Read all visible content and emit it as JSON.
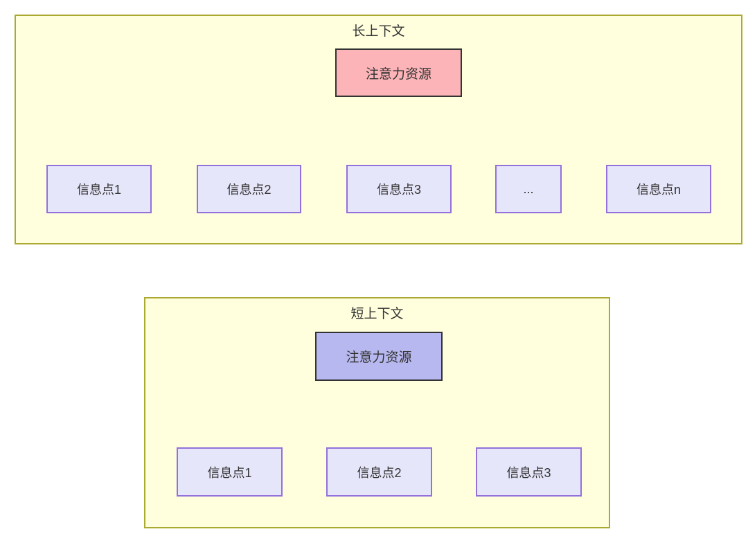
{
  "diagram": {
    "long_context": {
      "title": "长上下文",
      "attention_label": "注意力资源",
      "items": [
        "信息点1",
        "信息点2",
        "信息点3",
        "...",
        "信息点n"
      ]
    },
    "short_context": {
      "title": "短上下文",
      "attention_label": "注意力资源",
      "items": [
        "信息点1",
        "信息点2",
        "信息点3"
      ]
    },
    "colors": {
      "container_fill": "#FFFFDE",
      "container_border": "#AAAA33",
      "info_node_fill": "#E6E6FA",
      "info_node_border": "#9370DB",
      "attention_long_fill": "#FCB4B8",
      "attention_short_fill": "#B8B8F0",
      "attention_border": "#333333",
      "edge_color": "#333333",
      "text_color": "#333333"
    }
  }
}
